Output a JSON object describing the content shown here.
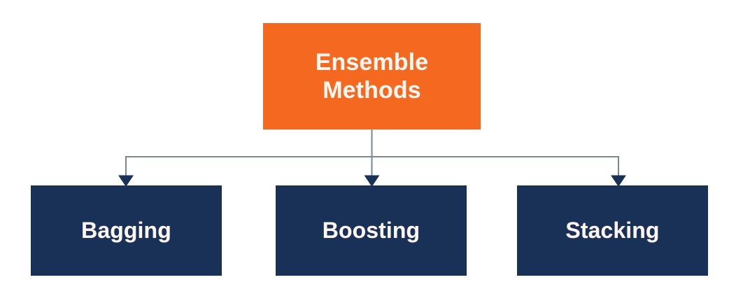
{
  "diagram": {
    "title": "Ensemble Methods",
    "type": "hierarchy-tree",
    "background_color": "#ffffff",
    "root": {
      "id": "root",
      "label": "Ensemble Methods",
      "label_lines": [
        "Ensemble",
        "Methods"
      ],
      "fill_color": "#f4681f",
      "text_color": "#fdf6f0"
    },
    "children": [
      {
        "id": "bagging",
        "label": "Bagging",
        "fill_color": "#1a3157",
        "text_color": "#fdf6f0"
      },
      {
        "id": "boosting",
        "label": "Boosting",
        "fill_color": "#1a3157",
        "text_color": "#fdf6f0"
      },
      {
        "id": "stacking",
        "label": "Stacking",
        "fill_color": "#1a3157",
        "text_color": "#fdf6f0"
      }
    ],
    "connectors": {
      "line_color": "#7c8699",
      "arrow_color": "#1a3157",
      "style": "orthogonal-elbow-with-arrowheads"
    }
  }
}
